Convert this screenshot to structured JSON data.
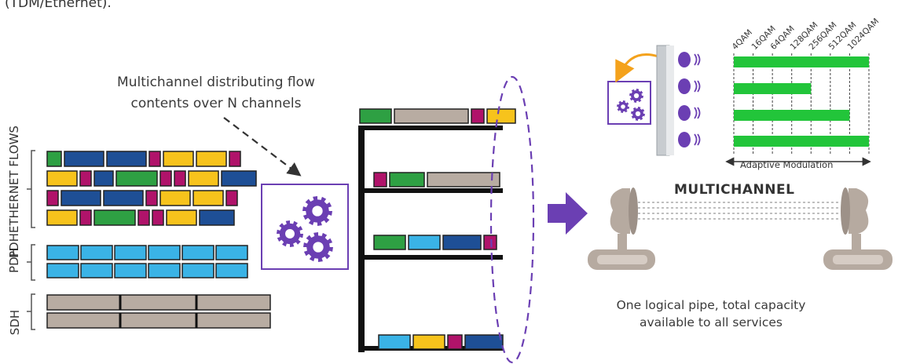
{
  "caption": "(TDM/Ethernet).",
  "multichannel_caption": [
    "Multichannel distributing flow",
    "contents over N channels"
  ],
  "flow_labels": {
    "pdh_ethernet": "PDHETHERNET FLOWS",
    "pdh": "PDH",
    "sdh": "SDH"
  },
  "modulations": [
    "4QAM",
    "16QAM",
    "64QAM",
    "128QAM",
    "256QAM",
    "512QAM",
    "1024QAM"
  ],
  "adaptive_modulation_label": "Adaptive Modulation",
  "multichannel_title": "MULTICHANNEL",
  "pipe_caption": [
    "One logical pipe, total capacity",
    "available to all services"
  ],
  "colors": {
    "green": "#2ea043",
    "darkblue": "#1e4f96",
    "yellow": "#f7c31c",
    "magenta": "#b0136a",
    "lightblue": "#3ab3e6",
    "tan": "#b8aca2",
    "purple": "#6b3fb3",
    "bar_green": "#22c53a",
    "orange": "#f4a21c"
  }
}
